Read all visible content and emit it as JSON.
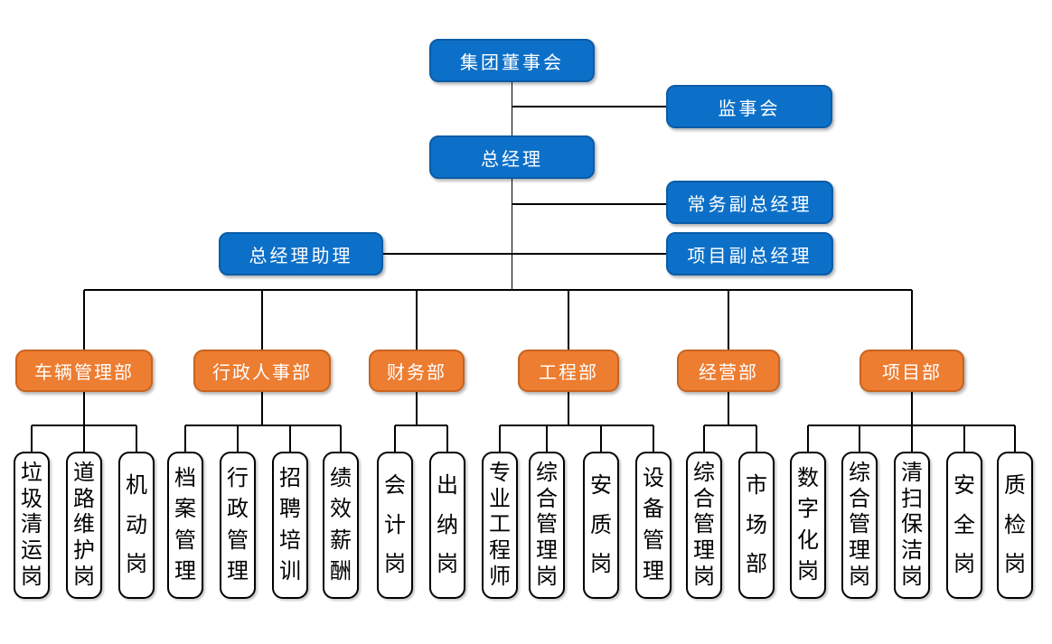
{
  "colors": {
    "node_blue": "#0d70c8",
    "node_blue_border": "#0a5ca8",
    "node_orange": "#ed7d31",
    "node_orange_border": "#c8641f",
    "connector": "#000000"
  },
  "executives": {
    "board": "集团董事会",
    "supervisory_board": "监事会",
    "general_manager": "总经理",
    "executive_deputy_gm": "常务副总经理",
    "gm_assistant": "总经理助理",
    "project_deputy_gm": "项目副总经理"
  },
  "departments": [
    {
      "id": "vehicle-management",
      "label": "车辆管理部",
      "positions": [
        "垃圾清运岗",
        "道路维护岗",
        "机动岗"
      ]
    },
    {
      "id": "admin-hr",
      "label": "行政人事部",
      "positions": [
        "档案管理",
        "行政管理",
        "招聘培训",
        "绩效薪酬"
      ]
    },
    {
      "id": "finance",
      "label": "财务部",
      "positions": [
        "会计岗",
        "出纳岗"
      ]
    },
    {
      "id": "engineering",
      "label": "工程部",
      "positions": [
        "专业工程师",
        "综合管理岗",
        "安质岗",
        "设备管理"
      ]
    },
    {
      "id": "operations",
      "label": "经营部",
      "positions": [
        "综合管理岗",
        "市场部"
      ]
    },
    {
      "id": "project",
      "label": "项目部",
      "positions": [
        "数字化岗",
        "综合管理岗",
        "清扫保洁岗",
        "安全岗",
        "质检岗"
      ]
    }
  ]
}
